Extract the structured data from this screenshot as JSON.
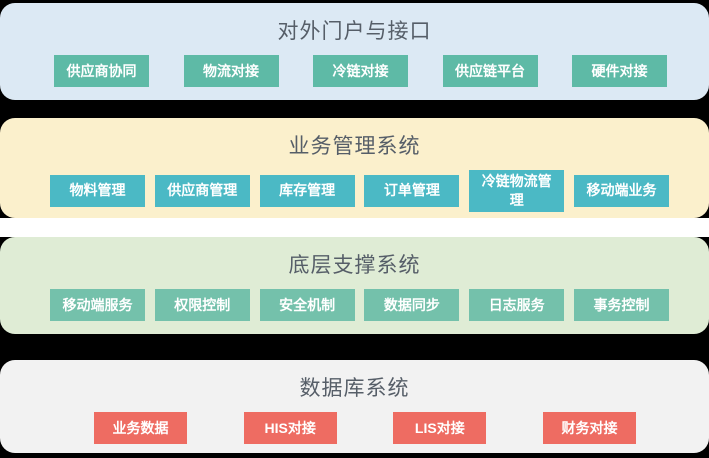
{
  "colors": {
    "page_background": "#000000",
    "separator_white": "#ffffff",
    "layer_backgrounds": [
      "#dce9f4",
      "#fbf0cc",
      "#dfecd5",
      "#f2f2f2"
    ],
    "chip_colors": [
      "#5ebaa6",
      "#4bb9c5",
      "#74c1ab",
      "#ee6c62"
    ],
    "title_text": "#565e68",
    "chip_text": "#ffffff"
  },
  "layers": [
    {
      "title": "对外门户与接口",
      "items": [
        "供应商协同",
        "物流对接",
        "冷链对接",
        "供应链平台",
        "硬件对接"
      ]
    },
    {
      "title": "业务管理系统",
      "items": [
        "物料管理",
        "供应商管理",
        "库存管理",
        "订单管理",
        "冷链物流管理",
        "移动端业务"
      ]
    },
    {
      "title": "底层支撑系统",
      "items": [
        "移动端服务",
        "权限控制",
        "安全机制",
        "数据同步",
        "日志服务",
        "事务控制"
      ]
    },
    {
      "title": "数据库系统",
      "items": [
        "业务数据",
        "HIS对接",
        "LIS对接",
        "财务对接"
      ]
    }
  ]
}
